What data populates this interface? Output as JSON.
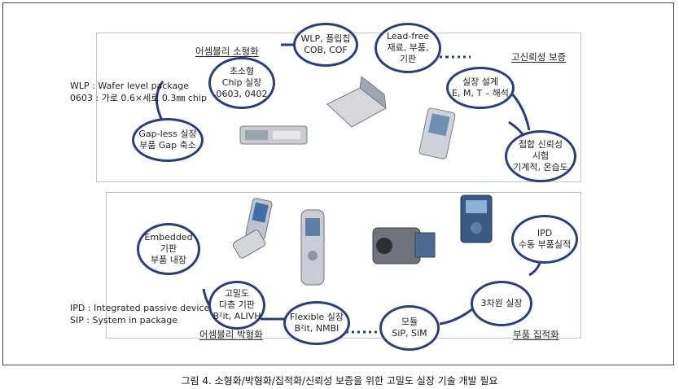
{
  "top_section": {
    "heading_left": "어셈블리 소형화",
    "heading_right": "고신뢰성 보증",
    "notes": [
      "WLP : Wafer level package",
      "0603 : 가로 0.6×세로 0.3㎜ chip"
    ],
    "bubbles": {
      "chip": [
        "초소형",
        "Chip 실장",
        "0603, 0402"
      ],
      "wlp": [
        "WLP, 플립칩",
        "COB, COF"
      ],
      "leadfree": [
        "Lead-free",
        "재료, 부품,",
        "기판"
      ],
      "design": [
        "실장 설계",
        "E, M, T – 해석"
      ],
      "reliability": [
        "접합 신뢰성",
        "시험",
        "기계적, 온습도"
      ],
      "gapless": [
        "Gap-less 실장",
        "부품 Gap 축소"
      ]
    }
  },
  "bottom_section": {
    "heading_left": "어셈블리 박형화",
    "heading_right": "부품 집적화",
    "notes": [
      "IPD : Integrated passive device",
      "SIP : System in package"
    ],
    "bubbles": {
      "embedded": [
        "Embedded",
        "기판",
        "부품 내장"
      ],
      "hdi": [
        "고밀도",
        "다층 기판",
        "B²it, ALIVH"
      ],
      "flexible": [
        "Flexible 실장",
        "B²it, NMBI"
      ],
      "module": [
        "모듈",
        "SiP, SiM"
      ],
      "threed": [
        "3차원 실장"
      ],
      "ipd": [
        "IPD",
        "수동 부품실적"
      ]
    }
  },
  "caption": "그림 4. 소형화/박형화/집적화/신뢰성 보증을 위한 고밀도 실장 기술 개발 필요",
  "colors": {
    "bubble_border": "#2a3f7a",
    "panel_border": "#b9c2cf",
    "dots": "#2a3f7a"
  }
}
